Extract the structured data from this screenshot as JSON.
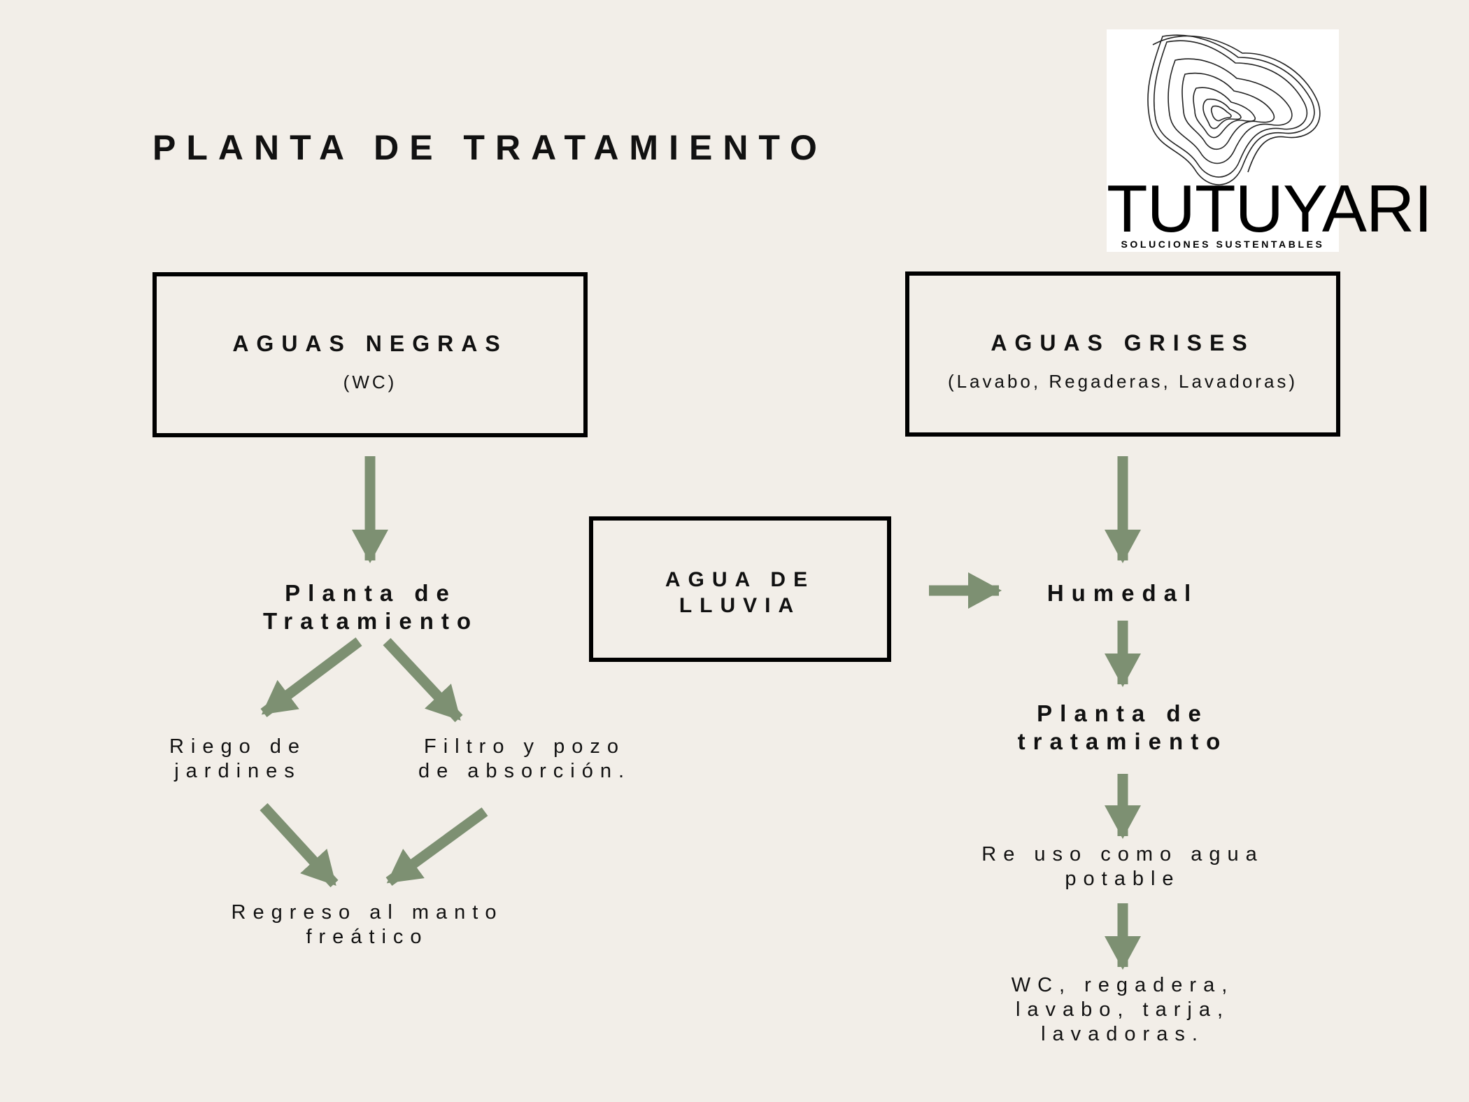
{
  "title": "PLANTA DE TRATAMIENTO",
  "logo": {
    "name": "TUTUYARI",
    "tagline": "SOLUCIONES SUSTENTABLES"
  },
  "colors": {
    "background": "#f2eee8",
    "arrow": "#7d9072",
    "border": "#000000"
  },
  "boxes": {
    "aguas_negras": {
      "title": "AGUAS NEGRAS",
      "subtitle": "(WC)"
    },
    "aguas_grises": {
      "title": "AGUAS GRISES",
      "subtitle": "(Lavabo, Regaderas, Lavadoras)"
    },
    "agua_lluvia": {
      "line1": "AGUA DE",
      "line2": "LLUVIA"
    }
  },
  "left_flow": {
    "planta_line1": "Planta de",
    "planta_line2": "Tratamiento",
    "riego_line1": "Riego de",
    "riego_line2": "jardines",
    "filtro_line1": "Filtro y pozo",
    "filtro_line2": "de absorción.",
    "regreso_line1": "Regreso al manto",
    "regreso_line2": "freático"
  },
  "right_flow": {
    "humedal": "Humedal",
    "planta_line1": "Planta de",
    "planta_line2": "tratamiento",
    "reuso_line1": "Re uso como agua",
    "reuso_line2": "potable",
    "usos_line1": "WC, regadera,",
    "usos_line2": "lavabo, tarja,",
    "usos_line3": "lavadoras."
  }
}
